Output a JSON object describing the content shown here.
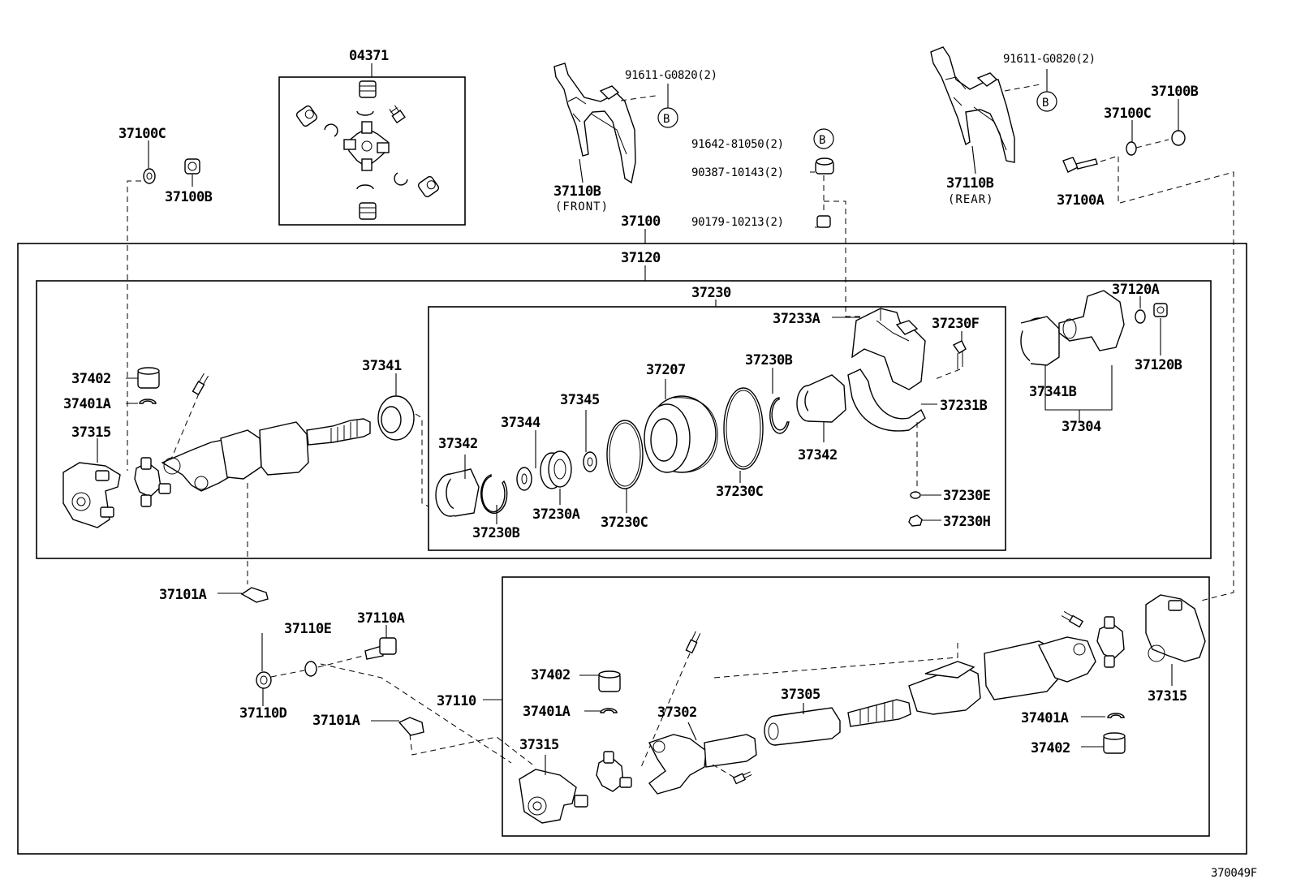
{
  "labels": {
    "p04371": "04371",
    "p91611_f": "91611-G0820(2)",
    "p91611_r": "91611-G0820(2)",
    "p91642": "91642-81050(2)",
    "p90387": "90387-10143(2)",
    "p90179": "90179-10213(2)",
    "p37100c_l": "37100C",
    "p37100b_l": "37100B",
    "p37110b_f": "37110B",
    "front": "(FRONT)",
    "p37110b_r": "37110B",
    "rear": "(REAR)",
    "p37100b_r": "37100B",
    "p37100c_r": "37100C",
    "p37100a": "37100A",
    "p37100": "37100",
    "p37120": "37120",
    "p37230": "37230",
    "p37233a": "37233A",
    "p37230f": "37230F",
    "p37120a": "37120A",
    "p37120b": "37120B",
    "p37341b": "37341B",
    "p37304": "37304",
    "p37402_a": "37402",
    "p37401a_a": "37401A",
    "p37315_a": "37315",
    "p37341": "37341",
    "p37207": "37207",
    "p37230b_a": "37230B",
    "p37345": "37345",
    "p37344": "37344",
    "p37342_a": "37342",
    "p37342_b": "37342",
    "p37231b": "37231B",
    "p37230c_a": "37230C",
    "p37230c_b": "37230C",
    "p37230a": "37230A",
    "p37230b_b": "37230B",
    "p37230e": "37230E",
    "p37230h": "37230H",
    "p37101a_a": "37101A",
    "p37110e": "37110E",
    "p37110a": "37110A",
    "p37110d": "37110D",
    "p37101a_b": "37101A",
    "p37110": "37110",
    "p37402_b": "37402",
    "p37401a_b": "37401A",
    "p37315_b": "37315",
    "p37302": "37302",
    "p37305": "37305",
    "p37401a_c": "37401A",
    "p37402_c": "37402",
    "p37315_c": "37315",
    "ref_b": "B",
    "code": "370049F"
  }
}
